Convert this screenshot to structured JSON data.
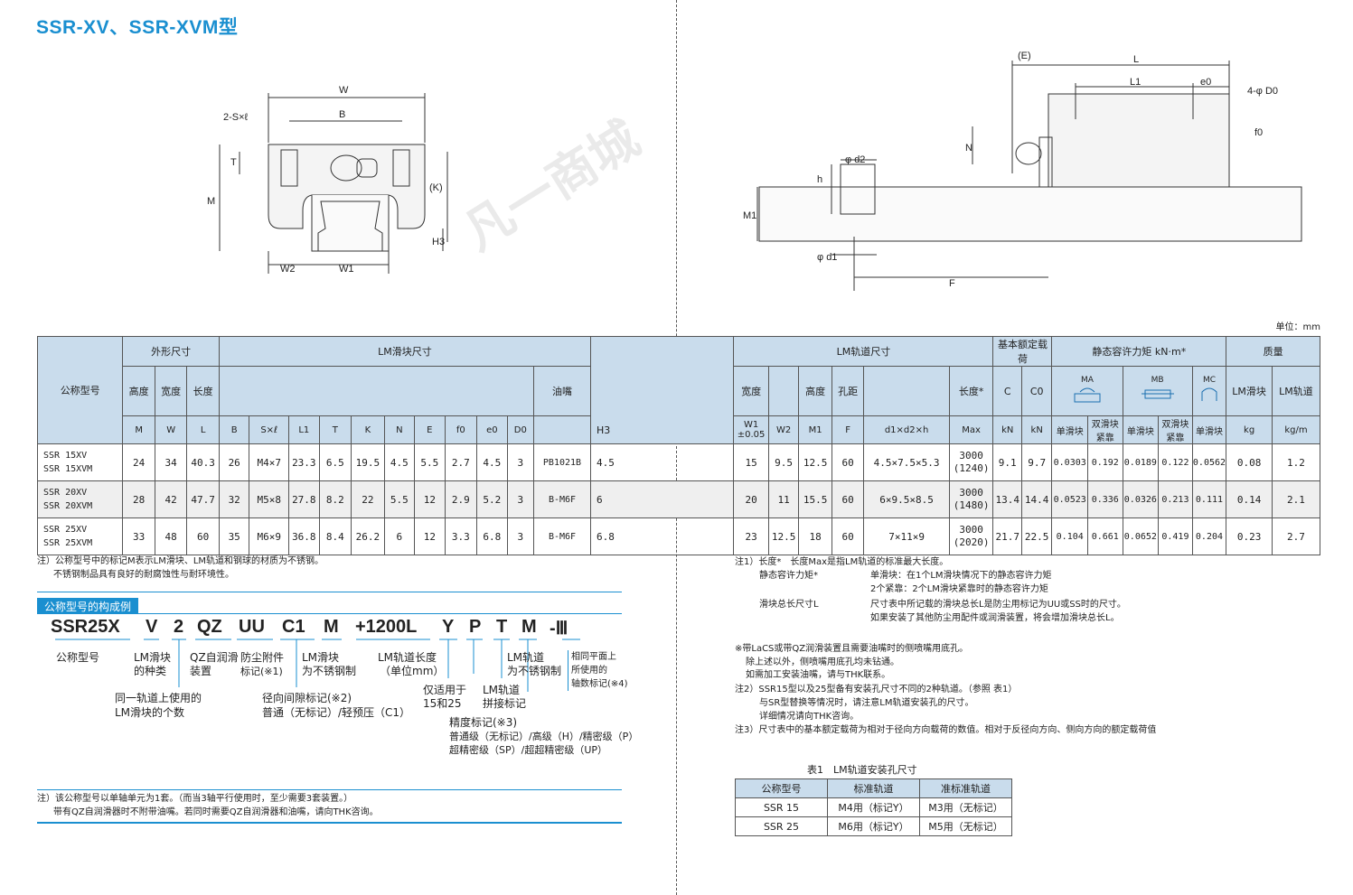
{
  "title": "SSR-XV、SSR-XVM型",
  "unit_label": "单位：mm",
  "watermark": "凡一商城",
  "drawing_left": {
    "W": "W",
    "B": "B",
    "S": "2-S×ℓ",
    "T": "T",
    "M": "M",
    "K": "(K)",
    "H3": "H3",
    "W2": "W2",
    "W1": "W1"
  },
  "drawing_right": {
    "E": "(E)",
    "L": "L",
    "L1": "L1",
    "e0": "e0",
    "D0": "4-φ D0",
    "N": "N",
    "f0": "f0",
    "d2": "φ d2",
    "h": "h",
    "M1": "M1",
    "d1": "φ d1",
    "F": "F"
  },
  "table": {
    "h_model": "公称型号",
    "h_outer": "外形尺寸",
    "h_block": "LM滑块尺寸",
    "h_rail": "LM轨道尺寸",
    "h_load": "基本额定载荷",
    "h_moment": "静态容许力矩 kN·m*",
    "h_mass": "质量",
    "sub": {
      "height": "高度",
      "width": "宽度",
      "length": "长度",
      "nipple": "油嘴",
      "r_width": "宽度",
      "r_height": "高度",
      "pitch": "孔距",
      "r_length": "长度*",
      "C": "C",
      "C0": "C0",
      "MA": "MA",
      "MB": "MB",
      "MC": "MC",
      "block_mass": "LM滑块",
      "rail_mass": "LM轨道"
    },
    "sym": {
      "M": "M",
      "W": "W",
      "L": "L",
      "B": "B",
      "SxL": "S×ℓ",
      "L1": "L1",
      "T": "T",
      "K": "K",
      "N": "N",
      "E": "E",
      "f0": "f0",
      "e0": "e0",
      "D0": "D0",
      "H3": "H3",
      "W1": "W1",
      "W1tol": "±0.05",
      "W2": "W2",
      "M1": "M1",
      "F": "F",
      "d1d2h": "d1×d2×h",
      "Max": "Max",
      "kN1": "kN",
      "kN2": "kN",
      "single1": "单滑块",
      "double1": "双滑块紧靠",
      "single2": "单滑块",
      "double2": "双滑块紧靠",
      "single3": "单滑块",
      "kg": "kg",
      "kgm": "kg/m"
    },
    "rows": [
      {
        "m1": "SSR 15XV",
        "m2": "SSR 15XVM",
        "M": "24",
        "W": "34",
        "L": "40.3",
        "B": "26",
        "S": "M4×7",
        "L1": "23.3",
        "T": "6.5",
        "K": "19.5",
        "N": "4.5",
        "E": "5.5",
        "f0": "2.7",
        "e0": "4.5",
        "D0": "3",
        "nip": "PB1021B",
        "H3": "4.5",
        "W1": "15",
        "W2": "9.5",
        "M1": "12.5",
        "F": "60",
        "d": "4.5×7.5×5.3",
        "Lmax": "3000",
        "Lmax2": "(1240)",
        "C": "9.1",
        "C0": "9.7",
        "MA1": "0.0303",
        "MA2": "0.192",
        "MB1": "0.0189",
        "MB2": "0.122",
        "MC": "0.0562",
        "kg": "0.08",
        "kgm": "1.2"
      },
      {
        "m1": "SSR 20XV",
        "m2": "SSR 20XVM",
        "M": "28",
        "W": "42",
        "L": "47.7",
        "B": "32",
        "S": "M5×8",
        "L1": "27.8",
        "T": "8.2",
        "K": "22",
        "N": "5.5",
        "E": "12",
        "f0": "2.9",
        "e0": "5.2",
        "D0": "3",
        "nip": "B-M6F",
        "H3": "6",
        "W1": "20",
        "W2": "11",
        "M1": "15.5",
        "F": "60",
        "d": "6×9.5×8.5",
        "Lmax": "3000",
        "Lmax2": "(1480)",
        "C": "13.4",
        "C0": "14.4",
        "MA1": "0.0523",
        "MA2": "0.336",
        "MB1": "0.0326",
        "MB2": "0.213",
        "MC": "0.111",
        "kg": "0.14",
        "kgm": "2.1"
      },
      {
        "m1": "SSR 25XV",
        "m2": "SSR 25XVM",
        "M": "33",
        "W": "48",
        "L": "60",
        "B": "35",
        "S": "M6×9",
        "L1": "36.8",
        "T": "8.4",
        "K": "26.2",
        "N": "6",
        "E": "12",
        "f0": "3.3",
        "e0": "6.8",
        "D0": "3",
        "nip": "B-M6F",
        "H3": "6.8",
        "W1": "23",
        "W2": "12.5",
        "M1": "18",
        "F": "60",
        "d": "7×11×9",
        "Lmax": "3000",
        "Lmax2": "(2020)",
        "C": "21.7",
        "C0": "22.5",
        "MA1": "0.104",
        "MA2": "0.661",
        "MB1": "0.0652",
        "MB2": "0.419",
        "MC": "0.204",
        "kg": "0.23",
        "kgm": "2.7"
      }
    ]
  },
  "notes_left": {
    "n1": "注）公称型号中的标记M表示LM滑块、LM轨道和钢球的材质为不锈钢。",
    "n2": "不锈钢制品具有良好的耐腐蚀性与耐环境性。"
  },
  "composition": {
    "heading": "公称型号的构成例",
    "codes": [
      "SSR25X",
      "V",
      "2",
      "QZ",
      "UU",
      "C1",
      "M",
      "+1200L",
      "Y",
      "P",
      "T",
      "M",
      "-Ⅲ"
    ],
    "labels": {
      "model": "公称型号",
      "block_type_1": "LM滑块",
      "block_type_2": "的种类",
      "qz_1": "QZ自润滑",
      "qz_2": "装置",
      "dust_1": "防尘附件",
      "dust_2": "标记(※1)",
      "block_ss_1": "LM滑块",
      "block_ss_2": "为不锈钢制",
      "rail_len_1": "LM轨道长度",
      "rail_len_2": "（单位mm）",
      "rail_ss_1": "LM轨道",
      "rail_ss_2": "为不锈钢制",
      "plane_1": "相同平面上",
      "plane_2": "所使用的",
      "plane_3": "轴数标记(※4)",
      "count_1": "同一轨道上使用的",
      "count_2": "LM滑块的个数",
      "clear_1": "径向间隙标记(※2)",
      "clear_2": "普通（无标记）/轻预压（C1）",
      "only_1": "仅适用于",
      "only_2": "15和25",
      "joint_1": "LM轨道",
      "joint_2": "拼接标记",
      "acc_1": "精度标记(※3)",
      "acc_2": "普通级（无标记）/高级（H）/精密级（P）",
      "acc_3": "超精密级（SP）/超超精密级（UP）"
    },
    "note1": "注）该公称型号以单轴单元为1套。（而当3轴平行使用时，至少需要3套装置。）",
    "note2": "带有QZ自润滑器时不附带油嘴。若同时需要QZ自润滑器和油嘴，请向THK咨询。"
  },
  "notes_right": {
    "a1": "注1）长度*　长度Max是指LM轨道的标准最大长度。",
    "a2": "静态容许力矩*",
    "a3": "单滑块：在1个LM滑块情况下的静态容许力矩",
    "a4": "2个紧靠：2个LM滑块紧靠时的静态容许力矩",
    "a5": "滑块总长尺寸L",
    "a6": "尺寸表中所记载的滑块总长L是防尘用标记为UU或SS时的尺寸。",
    "a7": "如果安装了其他防尘用配件或润滑装置，将会增加滑块总长L。",
    "b1": "※带LaCS或带QZ润滑装置且需要油嘴时的侧喷嘴用底孔。",
    "b2": "除上述以外，侧喷嘴用底孔均未钻通。",
    "b3": "如需加工安装油嘴，请与THK联系。",
    "c1": "注2）SSR15型以及25型备有安装孔尺寸不同的2种轨道。（参照 表1）",
    "c2": "与SR型替换等情况时，请注意LM轨道安装孔的尺寸。",
    "c3": "详细情况请向THK咨询。",
    "d1": "注3）尺寸表中的基本额定载荷为相对于径向方向载荷的数值。相对于反径向方向、侧向方向的额定载荷值"
  },
  "table1": {
    "caption": "表1　LM轨道安装孔尺寸",
    "h1": "公称型号",
    "h2": "标准轨道",
    "h3": "准标准轨道",
    "rows": [
      {
        "m": "SSR 15",
        "s": "M4用（标记Y）",
        "q": "M3用（无标记）"
      },
      {
        "m": "SSR 25",
        "s": "M6用（标记Y）",
        "q": "M5用（无标记）"
      }
    ]
  }
}
